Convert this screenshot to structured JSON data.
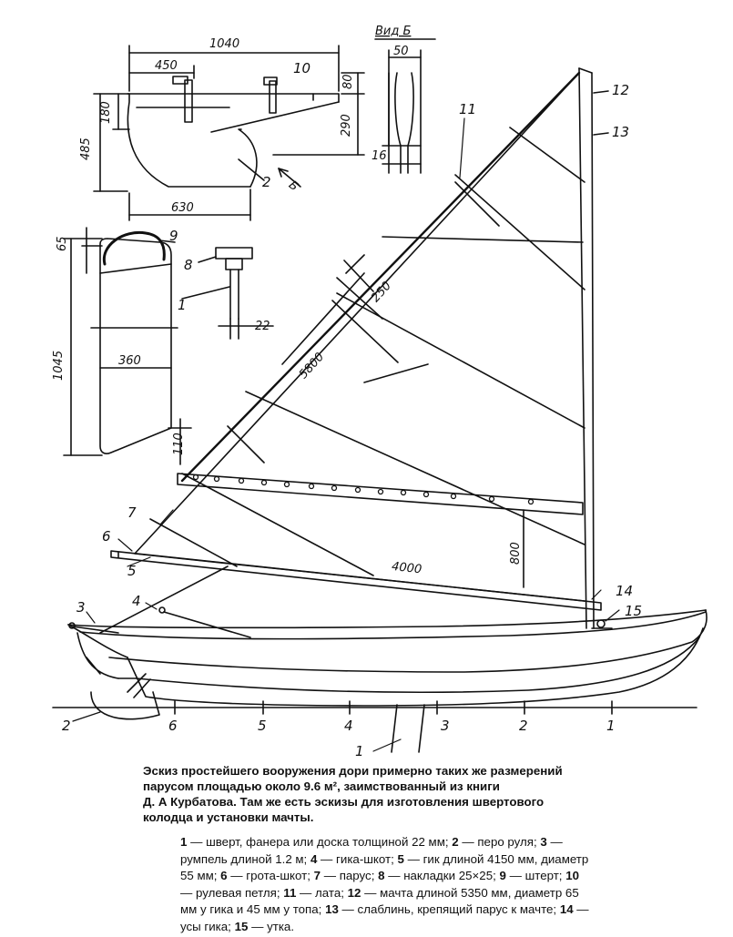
{
  "caption": {
    "line1": "Эскиз простейшего вооружения дори примерно таких же размерений",
    "line2": "парусом площадью около 9.6 м², заимствованный из книги",
    "line3": "Д. А Курбатова. Там же есть эскизы для изготовления швертового",
    "line4": "колодца и установки мачты."
  },
  "legend": [
    {
      "n": "1",
      "t": "шверт, фанера или доска толщиной 22 мм;"
    },
    {
      "n": "2",
      "t": "перо руля;"
    },
    {
      "n": "3",
      "t": "румпель длиной 1.2 м;"
    },
    {
      "n": "4",
      "t": "гика-шкот;"
    },
    {
      "n": "5",
      "t": "гик длиной 4150 мм, диаметр 55 мм;"
    },
    {
      "n": "6",
      "t": "грота-шкот;"
    },
    {
      "n": "7",
      "t": "парус;"
    },
    {
      "n": "8",
      "t": "накладки 25×25;"
    },
    {
      "n": "9",
      "t": "штерт;"
    },
    {
      "n": "10",
      "t": "рулевая петля;"
    },
    {
      "n": "11",
      "t": "лата;"
    },
    {
      "n": "12",
      "t": "мачта длиной 5350 мм, диаметр 65 мм у гика и 45 мм у топа;"
    },
    {
      "n": "13",
      "t": "слаблинь, крепящий парус к мачте;"
    },
    {
      "n": "14",
      "t": "усы гика;"
    },
    {
      "n": "15",
      "t": "утка."
    }
  ],
  "view_label": "Вид Б",
  "arrow_label": "Б",
  "dimensions": {
    "rudder_width": "1040",
    "rudder_pintle_offset": "450",
    "rudder_top": "80",
    "rudder_right_depth": "290",
    "rudder_left_depth": "180",
    "rudder_height": "485",
    "rudder_blade_length": "630",
    "view_width": "50",
    "view_thickness": "16",
    "board_top": "65",
    "board_height": "1045",
    "board_width": "360",
    "board_bottom": "110",
    "board_thickness": "22",
    "batten_offset": "250",
    "sail_luff": "5800",
    "boom_length": "4000",
    "boom_height": "800"
  },
  "part_numbers": [
    "1",
    "2",
    "3",
    "4",
    "5",
    "6",
    "7",
    "8",
    "9",
    "10",
    "11",
    "12",
    "13",
    "14",
    "15"
  ],
  "station_marks": [
    "6",
    "5",
    "4",
    "3",
    "2",
    "1"
  ]
}
